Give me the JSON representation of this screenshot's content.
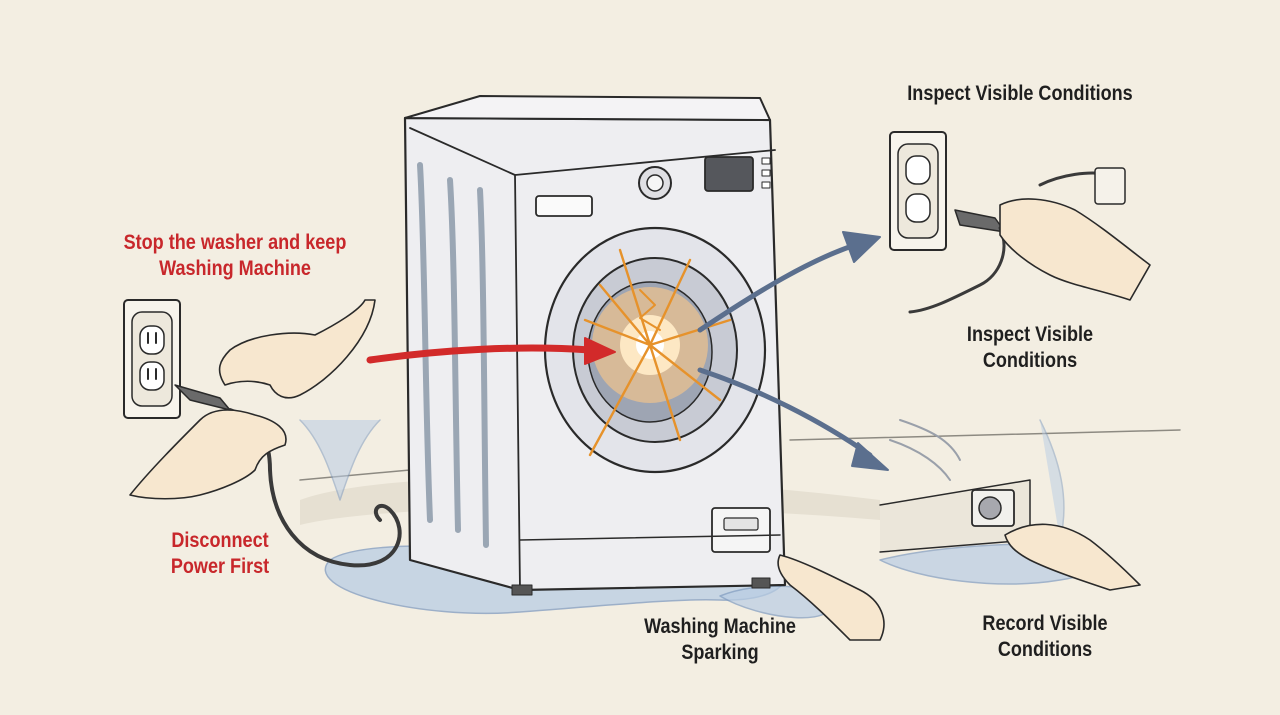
{
  "colors": {
    "background": "#f3eee2",
    "ink": "#2a2a2a",
    "warning_red": "#c8272b",
    "arrow_red": "#d22a2a",
    "arrow_blue": "#5b6f8e",
    "water": "#b9cde4",
    "spark": "#f2a23a"
  },
  "labels": {
    "stop_washer": {
      "line1": "Stop the washer and keep",
      "line2": "Washing Machine"
    },
    "disconnect_power": {
      "line1": "Disconnect",
      "line2": "Power First"
    },
    "inspect_top": "Inspect Visible Conditions",
    "inspect_mid": {
      "line1": "Inspect Visible",
      "line2": "Conditions"
    },
    "sparking": {
      "line1": "Washing Machine",
      "line2": "Sparking"
    },
    "record": {
      "line1": "Record Visible",
      "line2": "Conditions"
    }
  },
  "icons": [
    "wall-outlet-icon",
    "power-plug-icon",
    "hand-icon",
    "washing-machine-icon",
    "spark-icon",
    "water-puddle-icon",
    "arrow-icon"
  ]
}
